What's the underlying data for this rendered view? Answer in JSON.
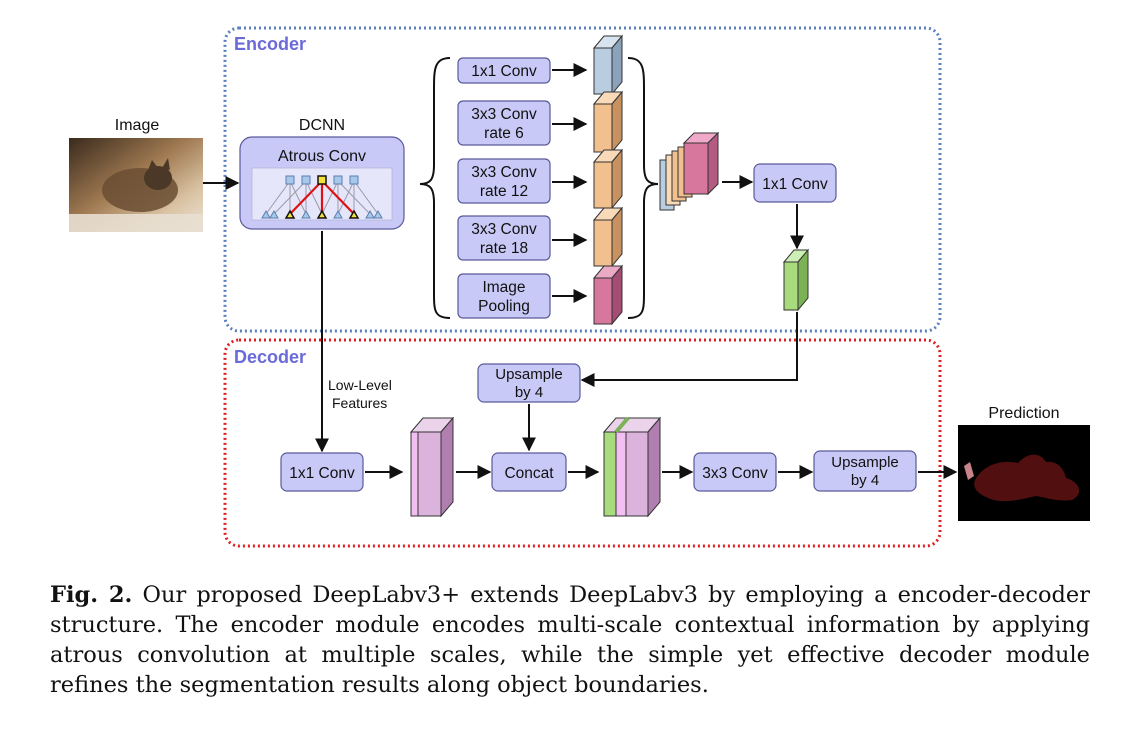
{
  "figure": {
    "encoder_label": "Encoder",
    "decoder_label": "Decoder",
    "image_label": "Image",
    "image_description": "",
    "dcnn_label": "DCNN",
    "atrous_conv_label": "Atrous Conv",
    "aspp_branches": [
      {
        "line1": "1x1 Conv",
        "line2": ""
      },
      {
        "line1": "3x3 Conv",
        "line2": "rate 6"
      },
      {
        "line1": "3x3 Conv",
        "line2": "rate 12"
      },
      {
        "line1": "3x3 Conv",
        "line2": "rate 18"
      },
      {
        "line1": "Image",
        "line2": "Pooling"
      }
    ],
    "encoder_conv_label": "1x1 Conv",
    "upsample_top": {
      "line1": "Upsample",
      "line2": "by 4"
    },
    "low_level": {
      "line1": "Low-Level",
      "line2": "Features"
    },
    "decoder_conv1_label": "1x1 Conv",
    "concat_label": "Concat",
    "decoder_conv3_label": "3x3 Conv",
    "upsample_bottom": {
      "line1": "Upsample",
      "line2": "by 4"
    },
    "prediction_label": "Prediction",
    "colors": {
      "encoder_border": "#5b7fbf",
      "decoder_border": "#e02020",
      "title_text": "#6a6ad8",
      "box_fill": "#c9c9f7",
      "box_stroke": "#5a5a9a",
      "feature_blue": "#b8cde0",
      "feature_orange": "#f2c08e",
      "feature_pink": "#d8779e",
      "feature_green": "#a7db7e",
      "feature_lavender": "#dcb3dc"
    }
  },
  "caption": {
    "label": "Fig. 2.",
    "text": "Our proposed DeepLabv3+ extends DeepLabv3 by employing a encoder-decoder structure. The encoder module encodes multi-scale contextual information by applying atrous convolution at multiple scales, while the simple yet effective decoder module refines the segmentation results along object boundaries."
  }
}
